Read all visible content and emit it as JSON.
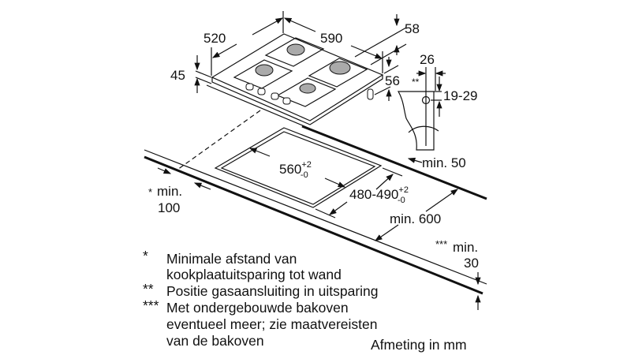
{
  "dimensions": {
    "hob_depth": "520",
    "hob_width": "590",
    "hob_height_total": "58",
    "hob_glass_height": "45",
    "hob_below": "56",
    "gas_offset": "26",
    "gas_marker": "**",
    "gas_height": "19-29",
    "cutout_width": "560",
    "cutout_width_tol_plus": "+2",
    "cutout_width_tol_minus": "-0",
    "cutout_depth": "480-490",
    "cutout_depth_tol_plus": "+2",
    "cutout_depth_tol_minus": "-0",
    "min_back": "min. 50",
    "min_wall_star": "*",
    "min_wall_label": "min.",
    "min_wall_value": "100",
    "min_worktop": "min. 600",
    "min_oven_star": "***",
    "min_oven_label": "min.",
    "min_oven_value": "30"
  },
  "notes": [
    {
      "marker": "*",
      "lines": [
        "Minimale afstand van",
        "kookplaatuitsparing tot wand"
      ]
    },
    {
      "marker": "**",
      "lines": [
        "Positie gasaansluiting in uitsparing"
      ]
    },
    {
      "marker": "***",
      "lines": [
        "Met ondergebouwde bakoven",
        "eventueel meer; zie maatvereisten",
        "van de bakoven"
      ]
    }
  ],
  "unit_label": "Afmeting in mm"
}
